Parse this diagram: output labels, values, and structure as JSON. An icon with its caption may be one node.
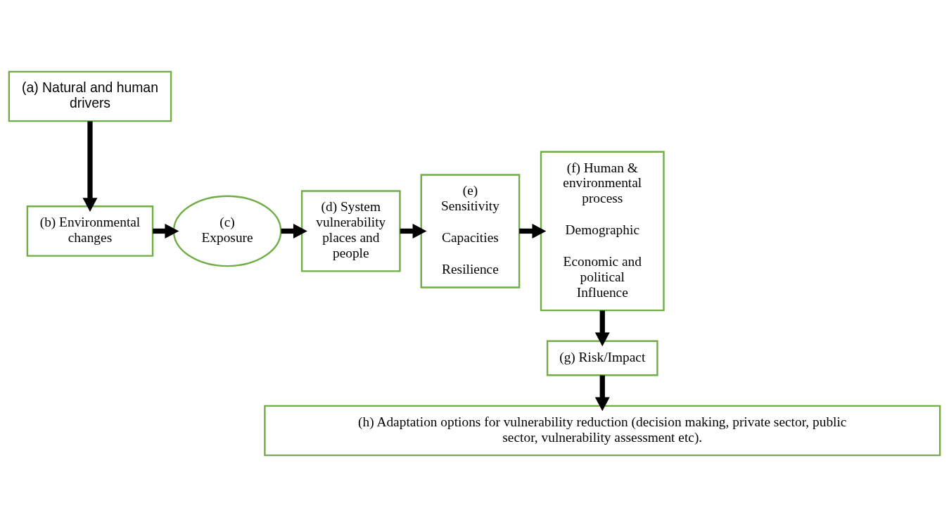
{
  "diagram": {
    "nodes": [
      {
        "text": [
          "(a) Natural and human drivers"
        ]
      },
      {
        "text": [
          "(b) Environmental changes"
        ]
      },
      {
        "text": [
          "(c) Exposure"
        ]
      },
      {
        "text": [
          "(d) System vulnerability places and people"
        ]
      },
      {
        "text": [
          "(e) Sensitivity",
          "Capacities",
          "Resilience"
        ]
      },
      {
        "text": [
          "(f) Human & environmental process",
          "Demographic",
          "Economic and political Influence"
        ]
      },
      {
        "text": [
          "(g) Risk/Impact"
        ]
      },
      {
        "text": [
          "(h) Adaptation options for vulnerability reduction (decision making, private sector, public sector, vulnerability assessment etc)."
        ]
      }
    ],
    "edges": [
      {
        "from": 0,
        "to": 1,
        "arrow": "to"
      },
      {
        "from": 1,
        "to": 2,
        "arrow": "to"
      },
      {
        "from": 2,
        "to": 3,
        "arrow": "to"
      },
      {
        "from": 3,
        "to": 4,
        "arrow": "to"
      },
      {
        "from": 4,
        "to": 5,
        "arrow": "to"
      },
      {
        "from": 5,
        "to": 6,
        "arrow": "to"
      },
      {
        "from": 6,
        "to": 7,
        "arrow": "to"
      }
    ]
  }
}
